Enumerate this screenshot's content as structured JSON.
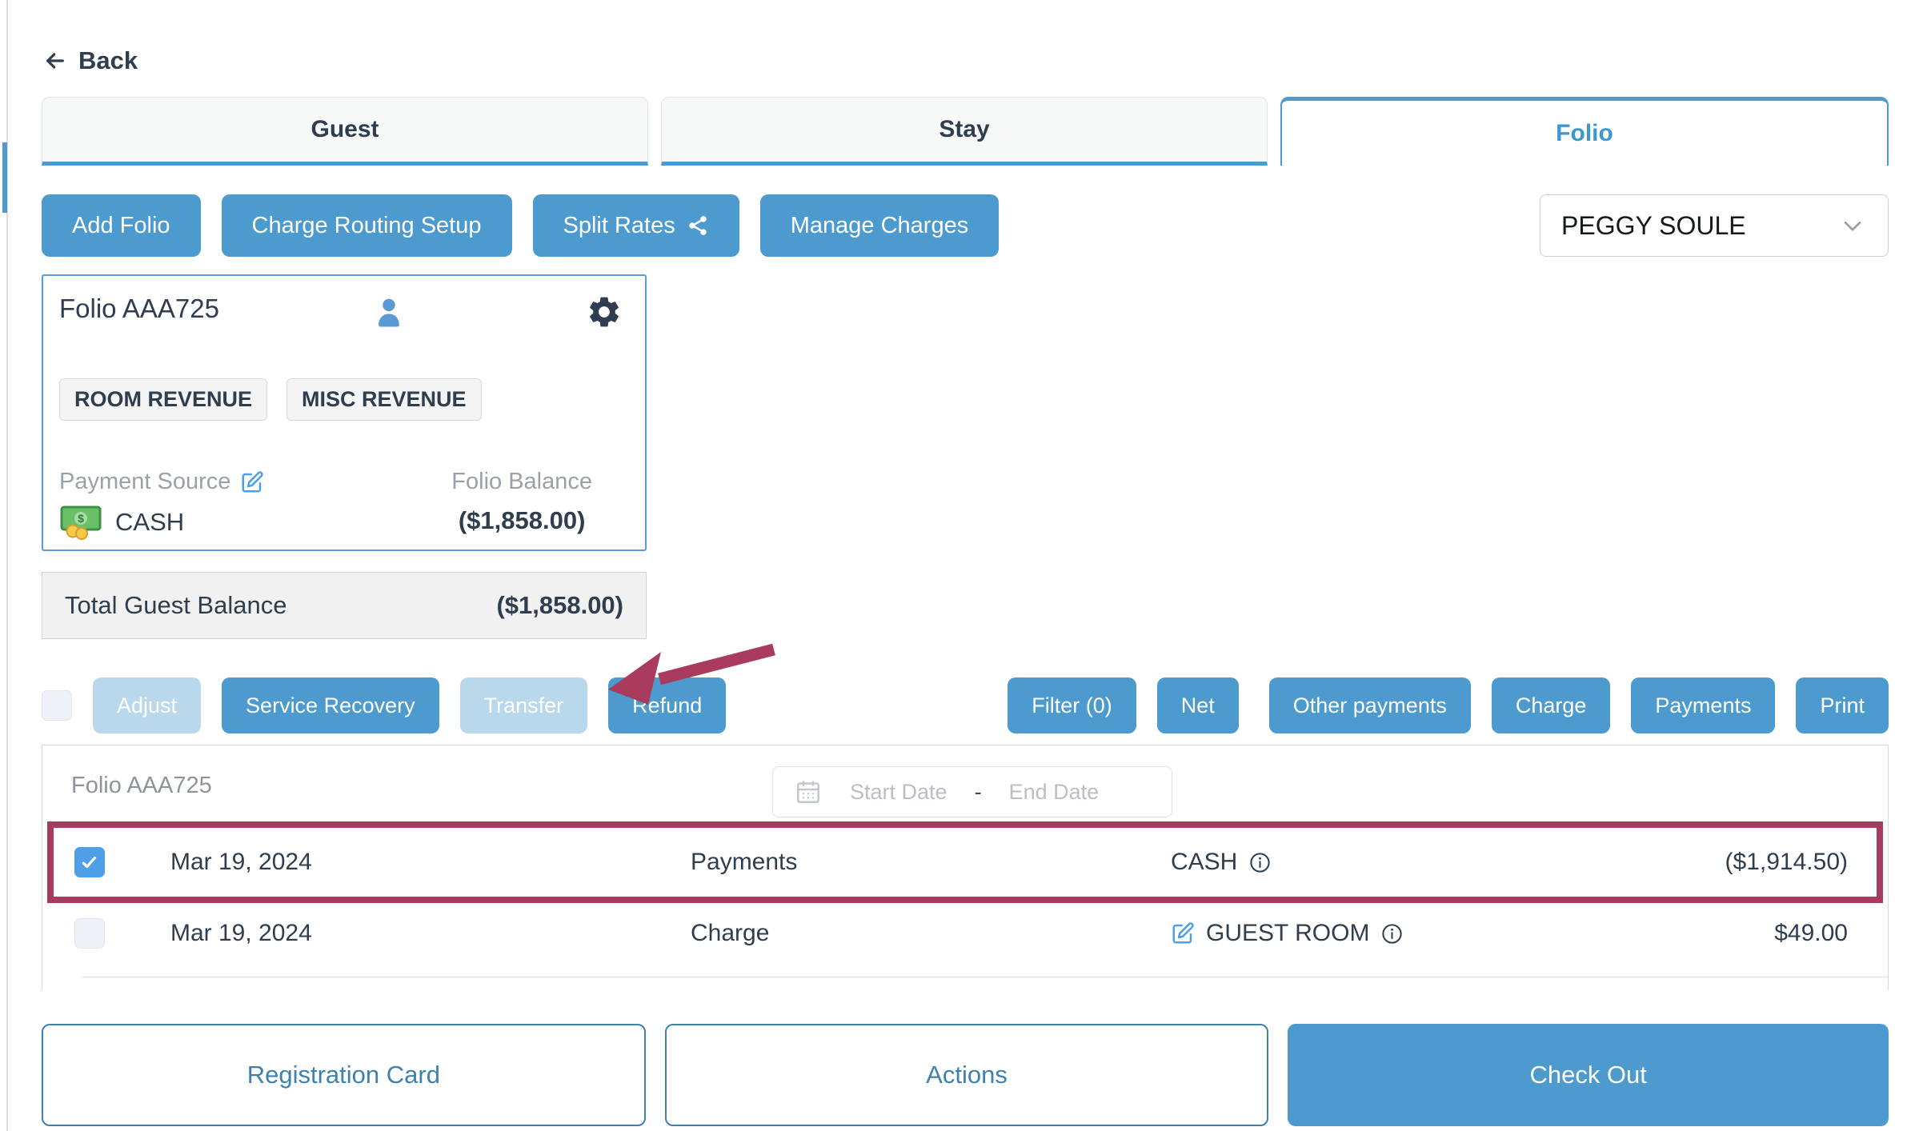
{
  "page": {
    "back_label": "Back"
  },
  "tabs": [
    {
      "label": "Guest"
    },
    {
      "label": "Stay"
    },
    {
      "label": "Folio"
    }
  ],
  "toolbar": {
    "add_folio_label": "Add Folio",
    "charge_routing_label": "Charge Routing Setup",
    "split_rates_label": "Split Rates",
    "manage_charges_label": "Manage Charges"
  },
  "guest_selector": {
    "value": "PEGGY SOULE"
  },
  "folio_card": {
    "title": "Folio AAA725",
    "tags": [
      {
        "label": "ROOM REVENUE"
      },
      {
        "label": "MISC REVENUE"
      }
    ],
    "payment_source_label": "Payment Source",
    "payment_source_value": "CASH",
    "folio_balance_label": "Folio Balance",
    "folio_balance_value": "($1,858.00)"
  },
  "totals": {
    "label": "Total Guest Balance",
    "value": "($1,858.00)"
  },
  "transaction_actions": {
    "adjust_label": "Adjust",
    "service_recovery_label": "Service Recovery",
    "transfer_label": "Transfer",
    "refund_label": "Refund",
    "filter_label": "Filter (0)",
    "net_label": "Net",
    "other_payments_label": "Other payments",
    "charge_label": "Charge",
    "payments_label": "Payments",
    "print_label": "Print"
  },
  "transactions": {
    "folio_label": "Folio AAA725",
    "date_range": {
      "start_placeholder": "Start Date",
      "separator": "-",
      "end_placeholder": "End Date"
    },
    "rows": [
      {
        "date": "Mar 19, 2024",
        "type": "Payments",
        "description": "CASH",
        "amount": "($1,914.50)"
      },
      {
        "date": "Mar 19, 2024",
        "type": "Charge",
        "description": "GUEST ROOM",
        "amount": "$49.00"
      }
    ]
  },
  "footer": {
    "registration_card_label": "Registration Card",
    "actions_label": "Actions",
    "check_out_label": "Check Out"
  },
  "colors": {
    "primary_blue": "#4d9bce",
    "disabled_blue": "#b9d8eb",
    "card_border_blue": "#5b9bd5",
    "highlight_maroon": "#a93c5e",
    "dark_text": "#2f3e4e"
  }
}
